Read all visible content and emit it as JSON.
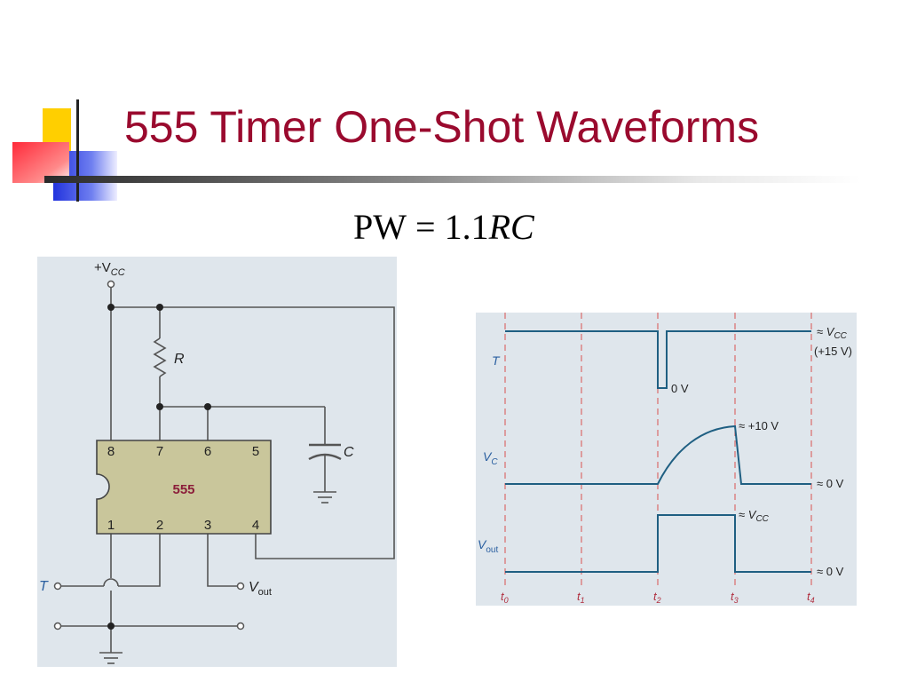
{
  "slide": {
    "title": "555 Timer One-Shot Waveforms",
    "formula": {
      "lhs": "PW",
      "eq": "=",
      "coef": "1.1",
      "vars": "RC"
    }
  },
  "circuit": {
    "vcc_plus": "+V",
    "vcc_sub": "CC",
    "resistor": "R",
    "capacitor": "C",
    "chip": "555",
    "pins_top": [
      "8",
      "7",
      "6",
      "5"
    ],
    "pins_bottom": [
      "1",
      "2",
      "3",
      "4"
    ],
    "trigger": "T",
    "vout_main": "V",
    "vout_sub": "out"
  },
  "waveforms": {
    "signals": {
      "T": "T",
      "Vc_main": "V",
      "Vc_sub": "C",
      "Vout_main": "V",
      "Vout_sub": "out"
    },
    "annotations": {
      "approx": "≈",
      "vcc_main": "V",
      "vcc_sub": "CC",
      "vcc_value": "(+15 V)",
      "zero_v": "0 V",
      "plus_ten": "≈ +10 V",
      "approx_zero": "≈ 0 V"
    },
    "times": [
      {
        "main": "t",
        "sub": "0"
      },
      {
        "main": "t",
        "sub": "1"
      },
      {
        "main": "t",
        "sub": "2"
      },
      {
        "main": "t",
        "sub": "3"
      },
      {
        "main": "t",
        "sub": "4"
      }
    ]
  },
  "colors": {
    "title": "#9a0a2e",
    "panel_bg": "#dfe6ec",
    "chip_fill": "#c9c69b",
    "chip_label": "#8b1d3a",
    "wire": "#555555",
    "wave": "#1f5f82",
    "dash": "#d9534f",
    "time_label": "#b03040",
    "signal_label": "#2a5fa0"
  }
}
